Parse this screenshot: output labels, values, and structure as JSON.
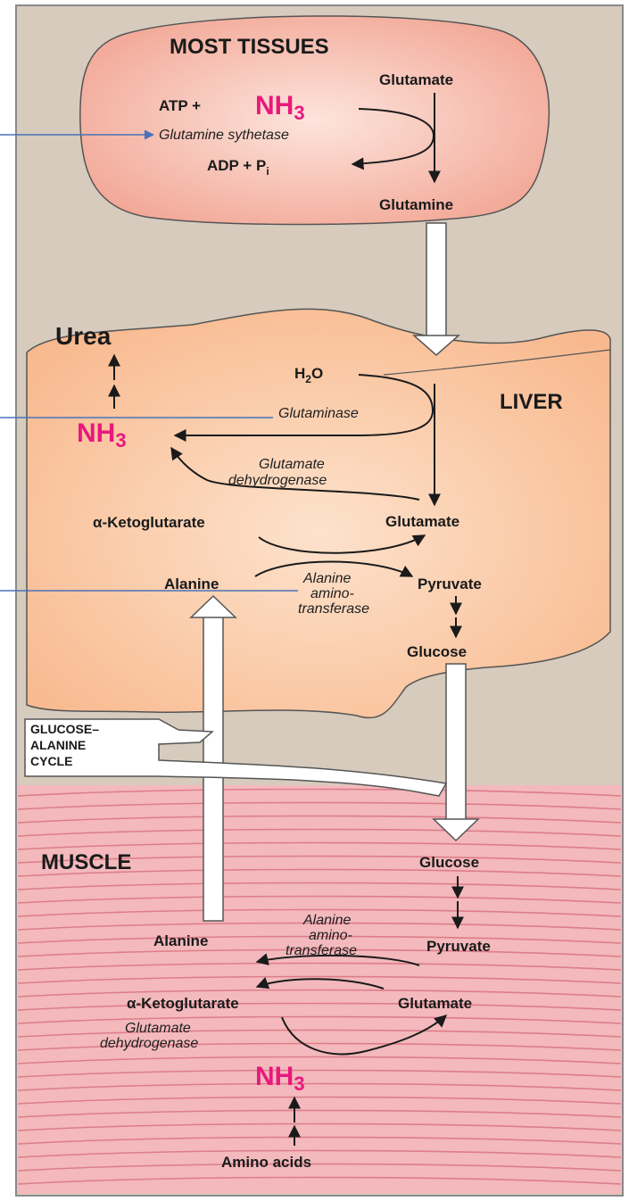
{
  "regions": {
    "most_tissues": "MOST TISSUES",
    "liver": "LIVER",
    "muscle": "MUSCLE",
    "cycle_label": [
      "GLUCOSE–",
      "ALANINE",
      "CYCLE"
    ]
  },
  "most_tissues": {
    "glutamate": "Glutamate",
    "atp_plus": "ATP +",
    "nh3": "NH",
    "nh3_sub": "3",
    "enzyme": "Glutamine sythetase",
    "adp": "ADP + P",
    "adp_sub": "i",
    "glutamine": "Glutamine"
  },
  "liver": {
    "urea": "Urea",
    "h2o": "H",
    "h2o_sub": "2",
    "h2o_tail": "O",
    "glutaminase": "Glutaminase",
    "nh3": "NH",
    "nh3_sub": "3",
    "gdh_1": "Glutamate",
    "gdh_2": "dehydrogenase",
    "alpha_kg": "α-Ketoglutarate",
    "glutamate": "Glutamate",
    "alanine": "Alanine",
    "alt_1": "Alanine",
    "alt_2": "amino-",
    "alt_3": "transferase",
    "pyruvate": "Pyruvate",
    "glucose": "Glucose"
  },
  "muscle": {
    "glucose": "Glucose",
    "alt_1": "Alanine",
    "alt_2": "amino-",
    "alt_3": "transferase",
    "alanine": "Alanine",
    "pyruvate": "Pyruvate",
    "alpha_kg": "α-Ketoglutarate",
    "glutamate": "Glutamate",
    "gdh_1": "Glutamate",
    "gdh_2": "dehydrogenase",
    "nh3": "NH",
    "nh3_sub": "3",
    "amino_acids": "Amino acids"
  },
  "colors": {
    "background": "#d6cbbd",
    "most_tissues_fill": "#f3b5a6",
    "liver_fill": "#fac19c",
    "muscle_fill": "#f3b5b5",
    "muscle_stripe": "#dd7d8a",
    "nh3": "#e8197d",
    "pointer": "#4a72b8"
  }
}
